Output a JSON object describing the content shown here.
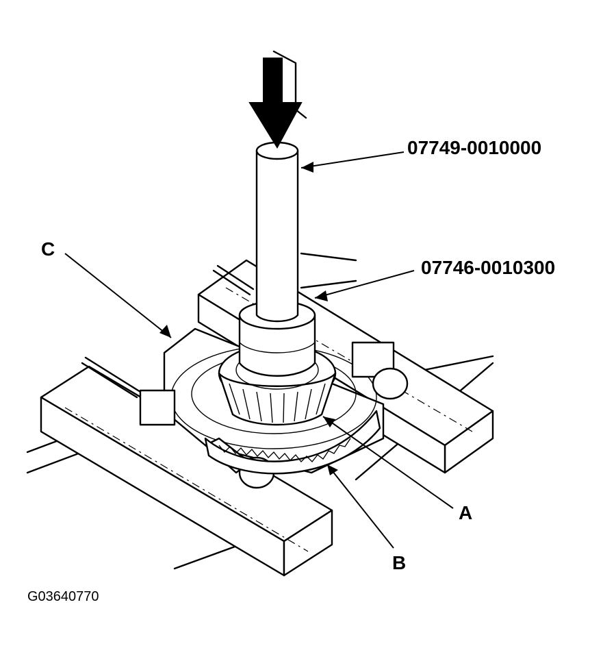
{
  "labels": {
    "driver_tool": "07749-0010000",
    "attachment_tool": "07746-0010300",
    "callout_a": "A",
    "callout_b": "B",
    "callout_c": "C"
  },
  "figure_id": "G03640770",
  "icons": {
    "press_direction": "down-arrow-icon"
  }
}
